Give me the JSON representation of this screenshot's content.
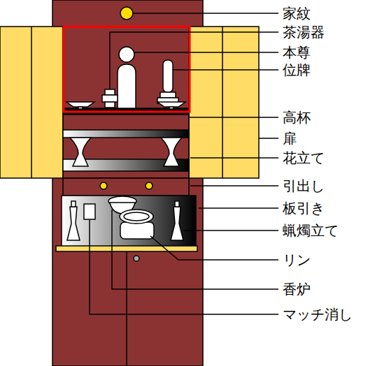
{
  "diagram": {
    "labels": [
      "家紋",
      "茶湯器",
      "本尊",
      "位牌",
      "高杯",
      "扉",
      "花立て",
      "引出し",
      "板引き",
      "蝋燭立て",
      "リン",
      "香炉",
      "マッチ消し"
    ]
  }
}
